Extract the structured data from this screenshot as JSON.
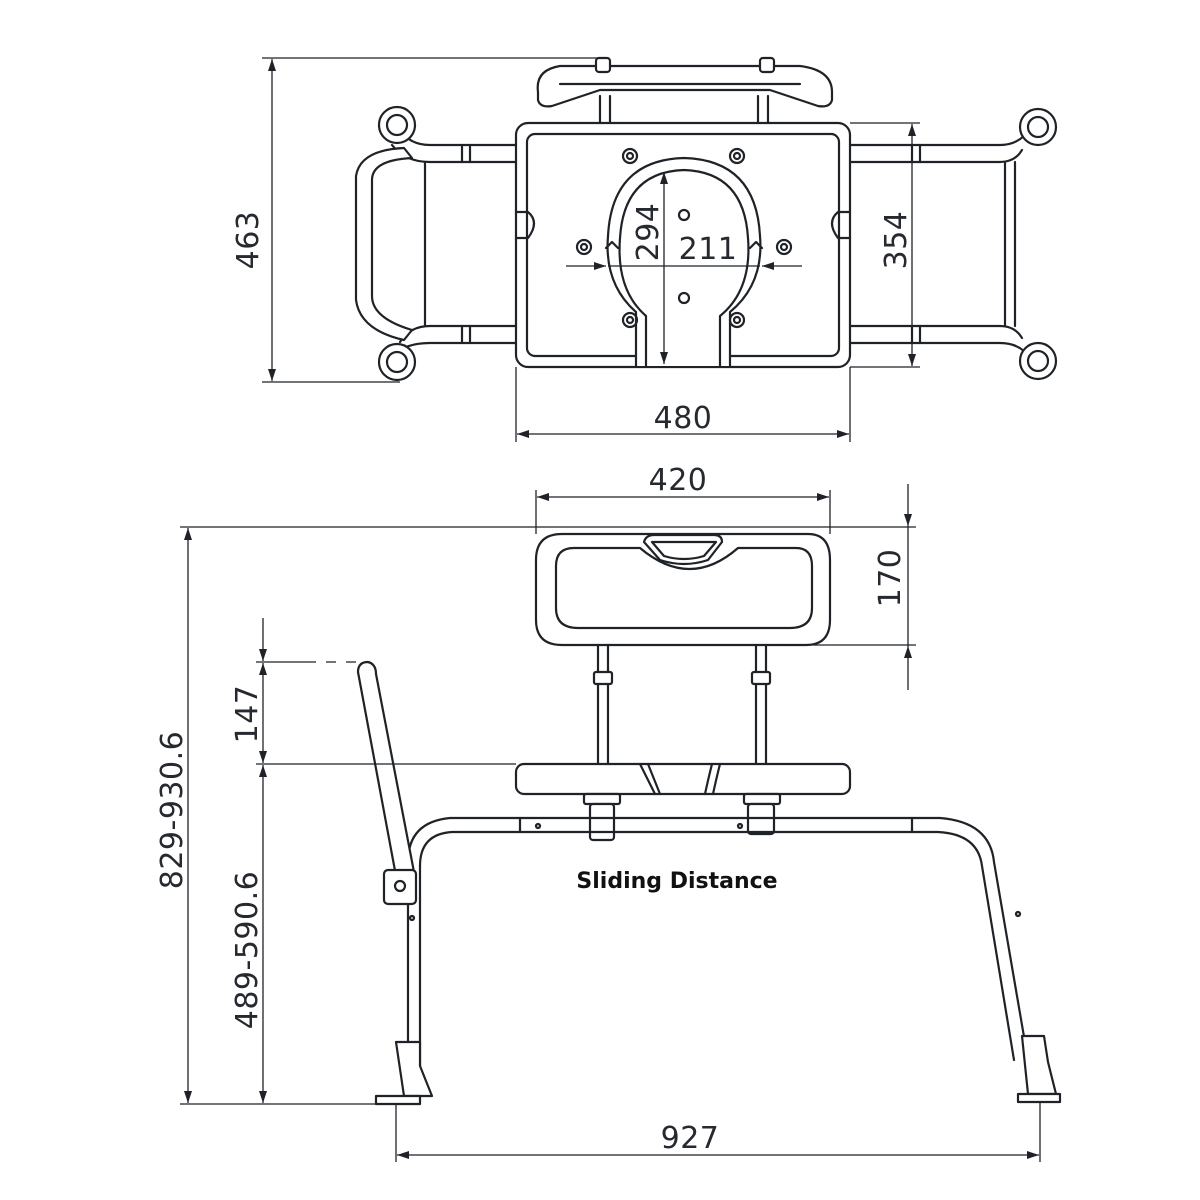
{
  "top_view": {
    "dims": {
      "overall_depth": "463",
      "seat_depth": "354",
      "seat_width": "480",
      "cutout_depth": "294",
      "cutout_width": "211"
    }
  },
  "side_view": {
    "dims": {
      "backrest_width": "420",
      "backrest_height": "170",
      "armrest_height": "147",
      "total_height": "829-930.6",
      "seat_height": "489-590.6",
      "overall_width": "927"
    },
    "caption": "Sliding Distance"
  }
}
